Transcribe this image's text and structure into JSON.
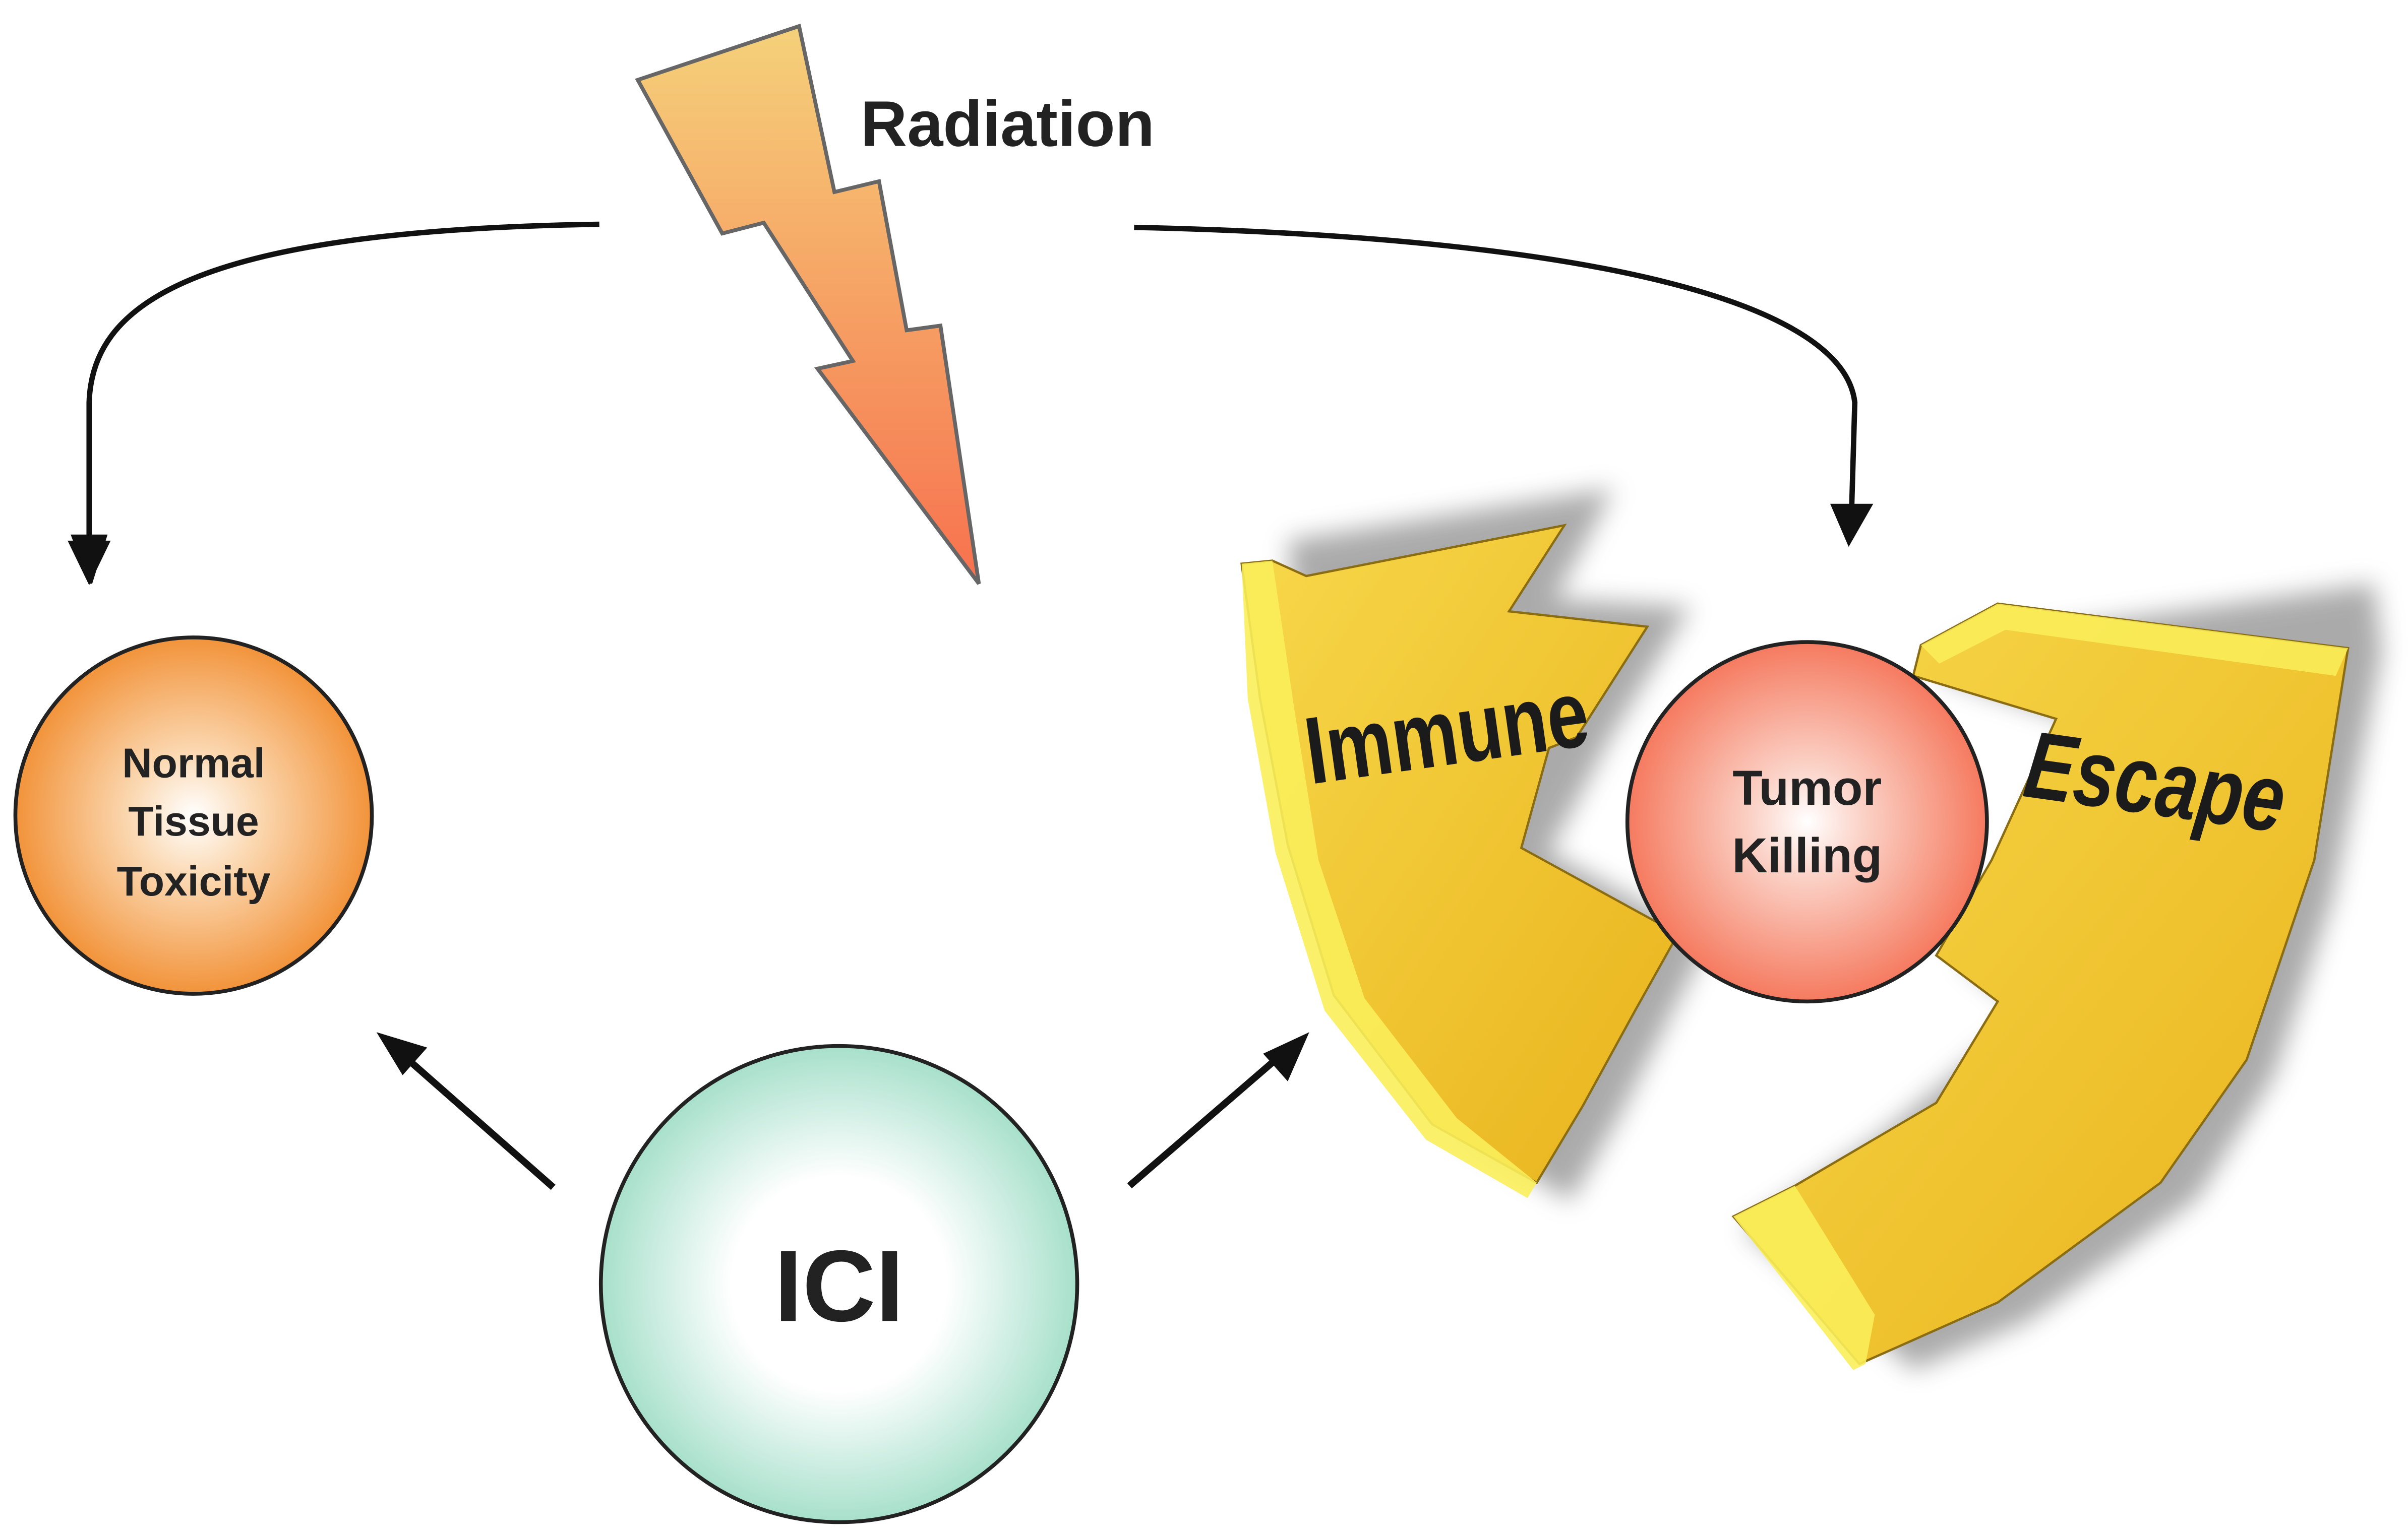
{
  "labels": {
    "radiation": "Radiation",
    "normal_tissue_line1": "Normal",
    "normal_tissue_line2": "Tissue",
    "normal_tissue_line3": "Toxicity",
    "tumor_line1": "Tumor",
    "tumor_line2": "Killing",
    "ici": "ICI",
    "shield_left": "Immune",
    "shield_right": "Escape"
  },
  "colors": {
    "bolt_top": "#f5d17a",
    "bolt_bottom": "#f7714e",
    "normal_tissue_fill": "#f2933a",
    "tumor_fill": "#f57a5f",
    "ici_fill": "#a7e0cb",
    "shield_fill": "#f0c42e",
    "shield_edge": "#f9ee5a",
    "arrow": "#111111"
  },
  "icons": {
    "bolt": "lightning-bolt-icon",
    "shield": "broken-shield-icon"
  }
}
